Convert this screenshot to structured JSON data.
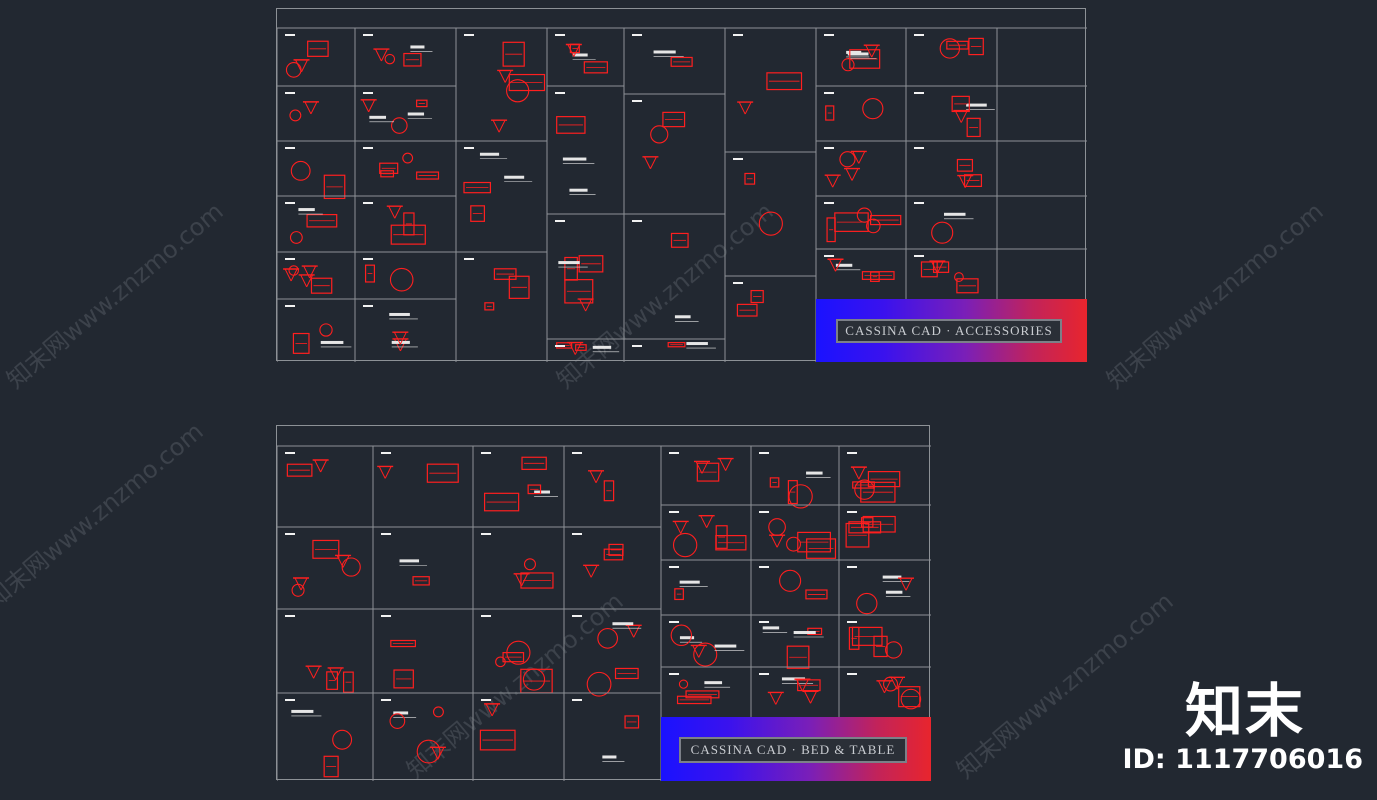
{
  "canvas": {
    "background": "#222831",
    "grid_color": "#8d9196",
    "drawing_color": "#ff1f1f"
  },
  "sheet_top": {
    "banner_label": "CASSINA CAD · ACCESSORIES"
  },
  "sheet_bottom": {
    "banner_label": "CASSINA CAD · BED & TABLE"
  },
  "watermarks": [
    "知末网www.znzmo.com"
  ],
  "brand": {
    "logo_text": "知末",
    "id_text": "ID: 1117706016"
  }
}
